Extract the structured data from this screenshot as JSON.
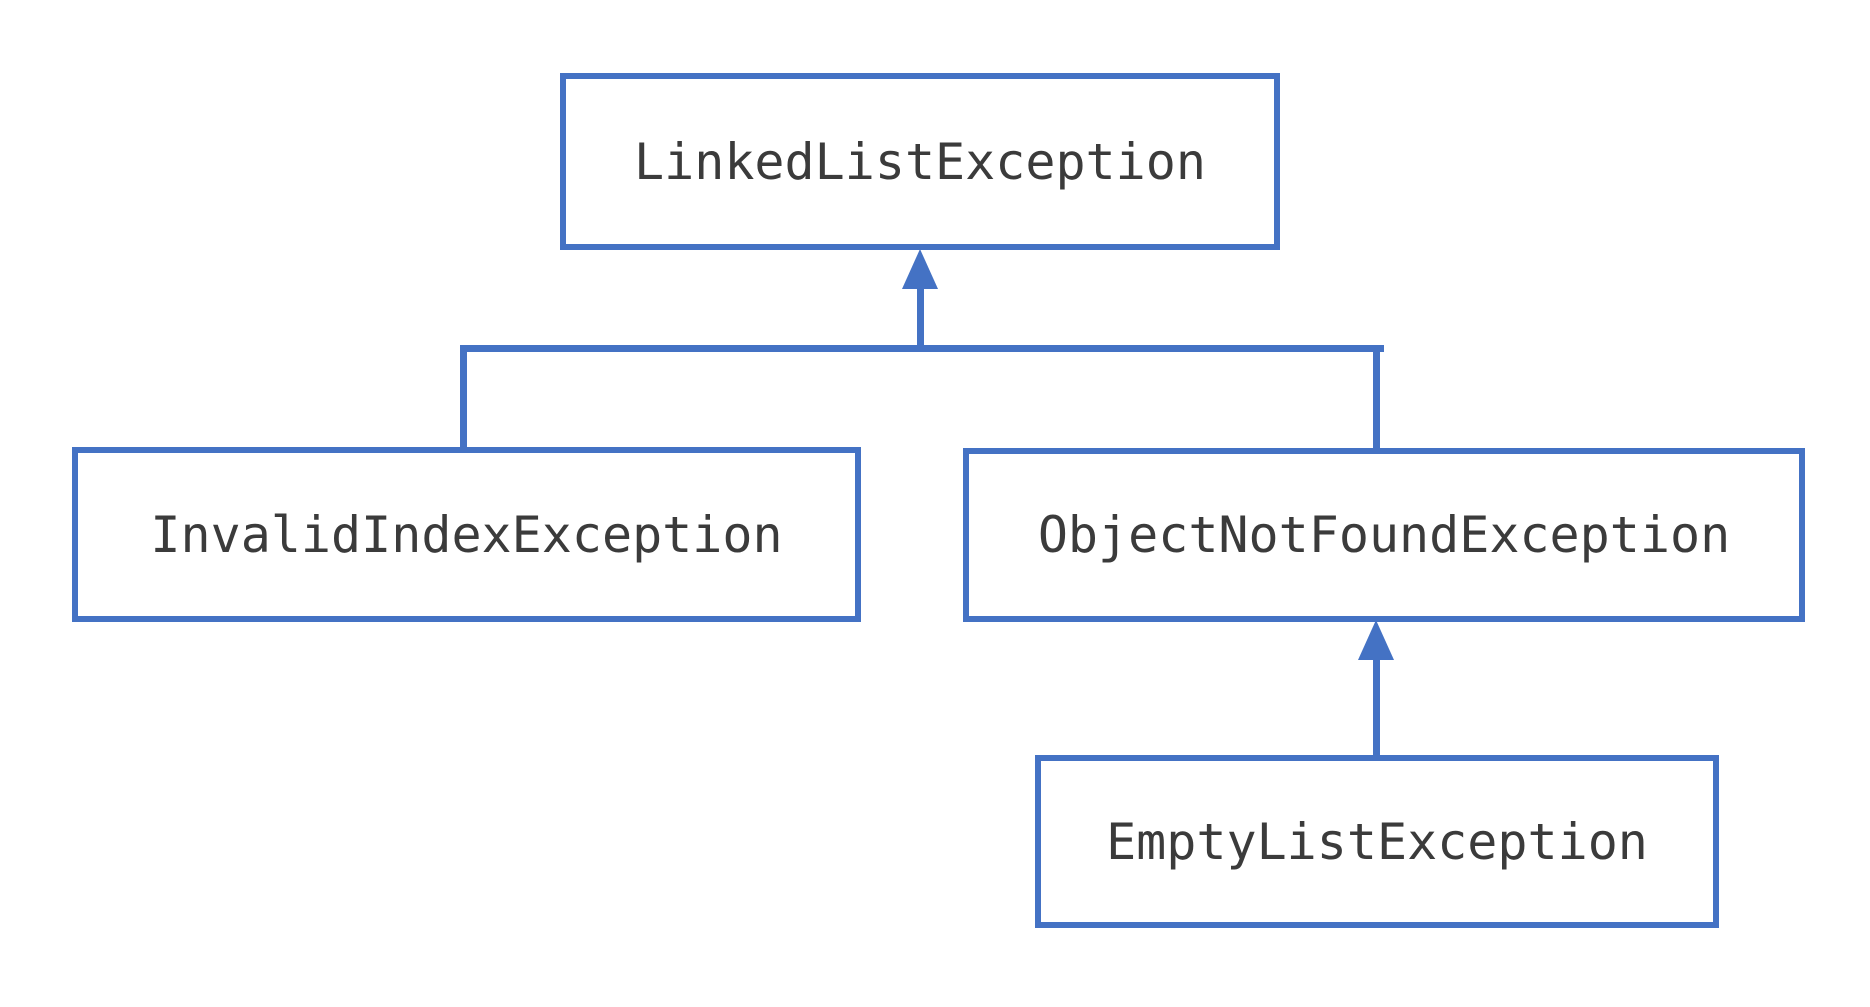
{
  "diagram": {
    "type": "class-hierarchy",
    "background_color": "#ffffff",
    "accent_color": "#4472C4",
    "text_color": "#3b3b3b",
    "nodes": [
      {
        "id": "LinkedListException",
        "label": "LinkedListException"
      },
      {
        "id": "InvalidIndexException",
        "label": "InvalidIndexException"
      },
      {
        "id": "ObjectNotFoundException",
        "label": "ObjectNotFoundException"
      },
      {
        "id": "EmptyListException",
        "label": "EmptyListException"
      }
    ],
    "edges": [
      {
        "from": "InvalidIndexException",
        "to": "LinkedListException",
        "style": "solid-line-up-arrow"
      },
      {
        "from": "ObjectNotFoundException",
        "to": "LinkedListException",
        "style": "solid-line-up-arrow"
      },
      {
        "from": "EmptyListException",
        "to": "ObjectNotFoundException",
        "style": "solid-line-up-arrow"
      }
    ]
  }
}
